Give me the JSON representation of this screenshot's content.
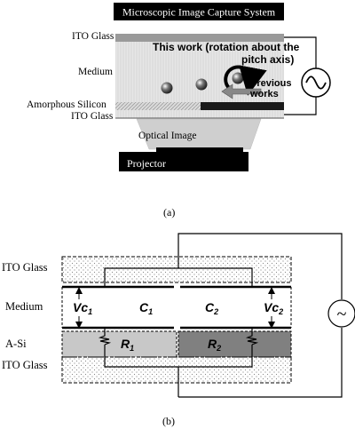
{
  "panel_a": {
    "system_label": "Microscopic Image Capture System",
    "layer_labels": {
      "ito_top": "ITO Glass",
      "medium": "Medium",
      "amorphous_silicon": "Amorphous Silicon",
      "ito_bottom": "ITO Glass"
    },
    "this_work_line1": "This work (rotation about the",
    "this_work_line2": "pitch axis)",
    "previous_line1": "Previous",
    "previous_line2": "works",
    "optical_image": "Optical Image",
    "projector": "Projector",
    "caption": "(a)",
    "colors": {
      "black": "#000000",
      "ito_grey": "#9a9a9a",
      "medium_grey": "#dcdcdc",
      "accent_grey": "#7a7a7a"
    }
  },
  "panel_b": {
    "layer_labels": {
      "ito_top": "ITO Glass",
      "medium": "Medium",
      "asi": "A-Si",
      "ito_bottom": "ITO Glass"
    },
    "vc1_base": "Vc",
    "vc1_sub": "1",
    "vc2_base": "Vc",
    "vc2_sub": "2",
    "c1_base": "C",
    "c1_sub": "1",
    "c2_base": "C",
    "c2_sub": "2",
    "r1_base": "R",
    "r1_sub": "1",
    "r2_base": "R",
    "r2_sub": "2",
    "ac_source_symbol": "~",
    "caption": "(b)",
    "colors": {
      "asi_light": "#c8c8c8",
      "asi_dark": "#808080",
      "line": "#000000"
    }
  }
}
